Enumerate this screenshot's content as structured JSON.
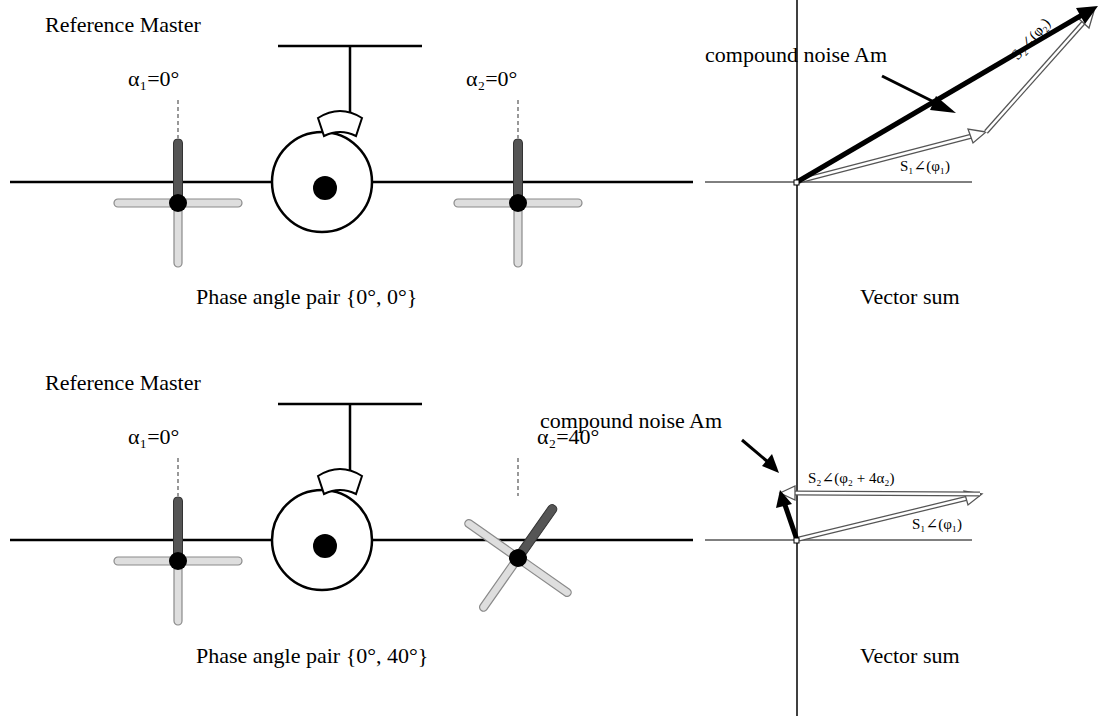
{
  "diagram": {
    "labels": [
      "Reference Master",
      "α₁=0°",
      "α₂=0°",
      "compound noise Am",
      "S₁∠(φ₁)",
      "S₂∠(φ₂)",
      "Phase angle pair {0°, 0°}",
      "Vector sum",
      "Reference Master",
      "α₁=0°",
      "α₂=40°",
      "compound noise Am",
      "S₂∠(φ₂ + 4α₂)",
      "S₁∠(φ₁)",
      "Phase angle pair {0°, 40°}",
      "Vector sum"
    ]
  }
}
